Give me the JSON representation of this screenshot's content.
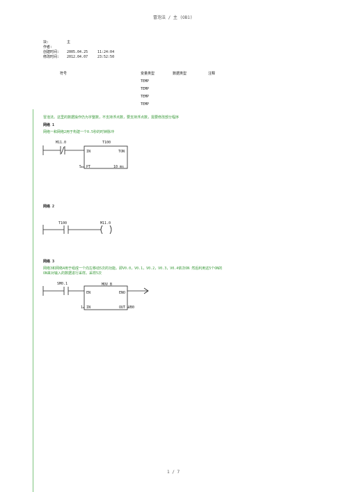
{
  "header": {
    "title": "冒泡法  /  主 (OB1)"
  },
  "info": {
    "block_label": "块:",
    "block_value": "主",
    "author_label": "作者:",
    "created_label": "创建时间:",
    "created_date": "2005.04.25",
    "created_time": "11:24:04",
    "modified_label": "修改时间:",
    "modified_date": "2012.04.07",
    "modified_time": "23:52:50"
  },
  "var_table": {
    "headers": [
      "符号",
      "变量类型",
      "数据类型",
      "注释"
    ],
    "rows": [
      "TEMP",
      "TEMP",
      "TEMP",
      "TEMP"
    ]
  },
  "program": {
    "comment": "冒泡法。这里的数据操作仍为字整数，不支持浮点数，要支持浮点数，需要修改部分程序",
    "networks": [
      {
        "label": "网络 1",
        "comment": "网络一和网络2用于构建一个0.5秒的时钟脉冲",
        "contact": "M11.0",
        "timer": "T100",
        "box_in": "IN",
        "box_type": "TON",
        "pt_value": "5",
        "pt_label": "PT",
        "base": "10 ms"
      },
      {
        "label": "网络 2",
        "contact": "T100",
        "coil": "M11.0"
      },
      {
        "label": "网络 3",
        "comment_line1": "网络3和网络4用于组成一个向左移动5次的功能。即V0.0，V0.1，V0.2，V0.3，V0.4依次ON  然后利用这5个ON的",
        "comment_line2": "ON来对输入的数据进行采样。采样5次",
        "contact": "SM0.1",
        "box_type": "MOV_B",
        "en": "EN",
        "eno": "ENO",
        "in_value": "1",
        "in_label": "IN",
        "out_label": "OUT",
        "out_value": "VB0"
      }
    ]
  },
  "footer": {
    "page": "1  /  7"
  }
}
